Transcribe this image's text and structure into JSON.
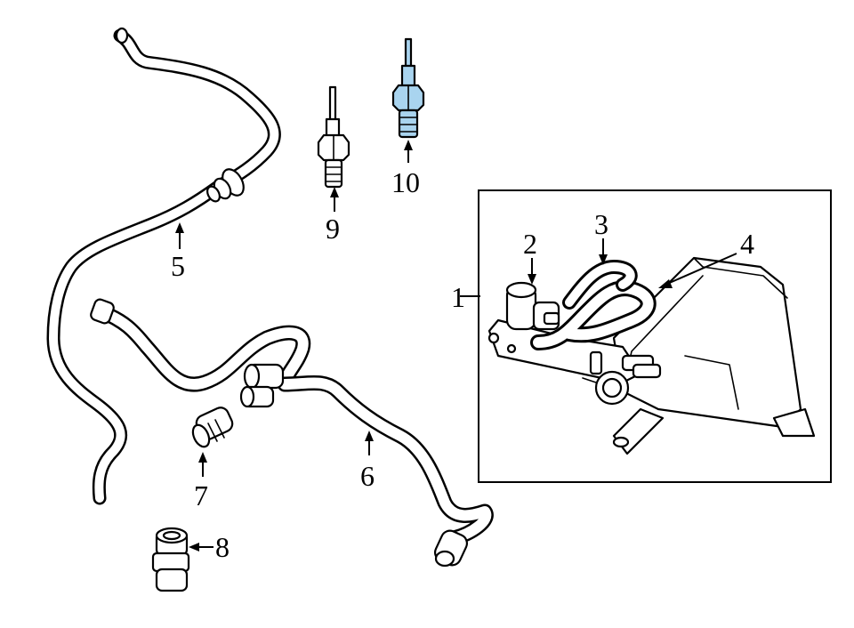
{
  "callouts": {
    "c1": "1",
    "c2": "2",
    "c3": "3",
    "c4": "4",
    "c5": "5",
    "c6": "6",
    "c7": "7",
    "c8": "8",
    "c9": "9",
    "c10": "10"
  },
  "colors": {
    "highlight": "#a9d4ef",
    "line": "#000000",
    "background": "#ffffff"
  }
}
